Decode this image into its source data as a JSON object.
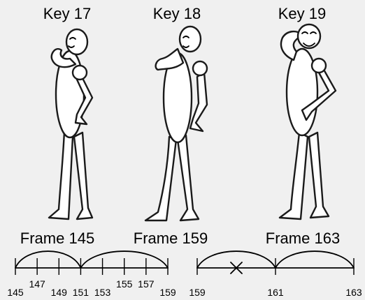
{
  "keys": [
    {
      "label": "Key 17",
      "frame_label": "Frame 145"
    },
    {
      "label": "Key 18",
      "frame_label": "Frame 159"
    },
    {
      "label": "Key 19",
      "frame_label": "Frame 163"
    }
  ],
  "timelines": [
    {
      "start": 145,
      "end": 159,
      "arcs": [
        [
          145,
          151
        ],
        [
          151,
          159
        ]
      ],
      "ticks": [
        145,
        147,
        149,
        151,
        153,
        155,
        157,
        159
      ],
      "labels": [
        "145",
        "147",
        "149",
        "151",
        "153",
        "155",
        "157",
        "159"
      ],
      "raised_labels": [
        "147",
        "155",
        "157"
      ]
    },
    {
      "start": 159,
      "end": 163,
      "arcs": [
        [
          159,
          161
        ],
        [
          161,
          163
        ]
      ],
      "ticks": [
        159,
        161,
        163
      ],
      "labels": [
        "159",
        "161",
        "163"
      ],
      "cross_at": 160
    }
  ],
  "colors": {
    "background": "#f0f0f0",
    "ink": "#000000",
    "figure_fill": "#ffffff"
  }
}
